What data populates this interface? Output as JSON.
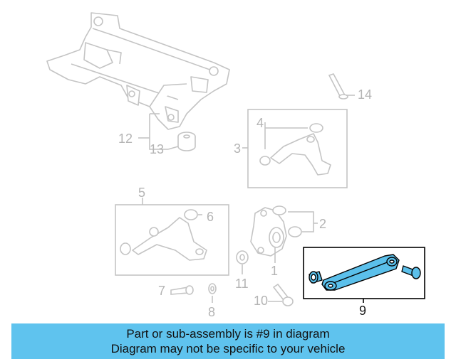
{
  "callouts": {
    "c1": "1",
    "c2": "2",
    "c3": "3",
    "c4": "4",
    "c5": "5",
    "c6": "6",
    "c7": "7",
    "c8": "8",
    "c9": "9",
    "c10": "10",
    "c11": "11",
    "c12": "12",
    "c13": "13",
    "c14": "14"
  },
  "highlight_part": "9",
  "colors": {
    "faded_line": "#c4c4c4",
    "highlight_fill": "#5bc0eb",
    "highlight_line": "#000000",
    "banner_bg": "#5fc3ee"
  },
  "banner": {
    "line1": "Part or sub-assembly is #9 in diagram",
    "line2": "Diagram may not be specific to your vehicle"
  }
}
